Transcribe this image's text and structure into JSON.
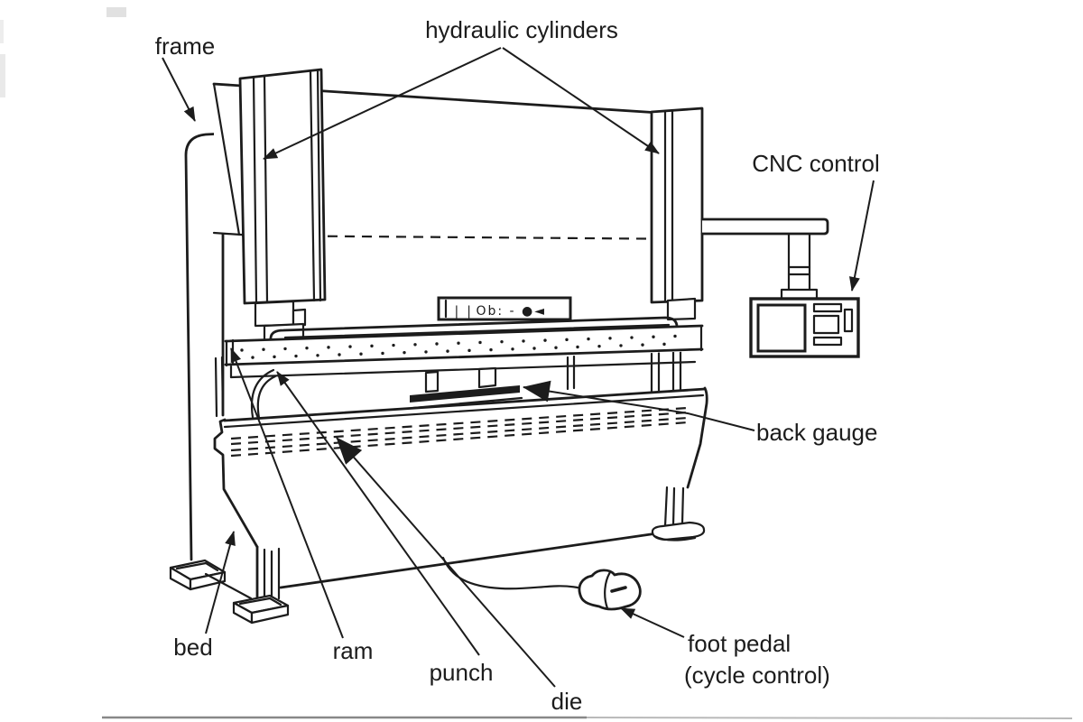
{
  "labels": {
    "frame": "frame",
    "hydraulic_cylinders": "hydraulic cylinders",
    "cnc_control": "CNC control",
    "back_gauge": "back gauge",
    "bed": "bed",
    "ram": "ram",
    "punch": "punch",
    "die": "die",
    "foot_pedal_line1": "foot pedal",
    "foot_pedal_line2": "(cycle control)"
  },
  "ram_panel": {
    "glyphs": "❘❘Ob: - ●◄"
  },
  "colors": {
    "ink": "#1c1c1c",
    "paper": "#ffffff"
  }
}
